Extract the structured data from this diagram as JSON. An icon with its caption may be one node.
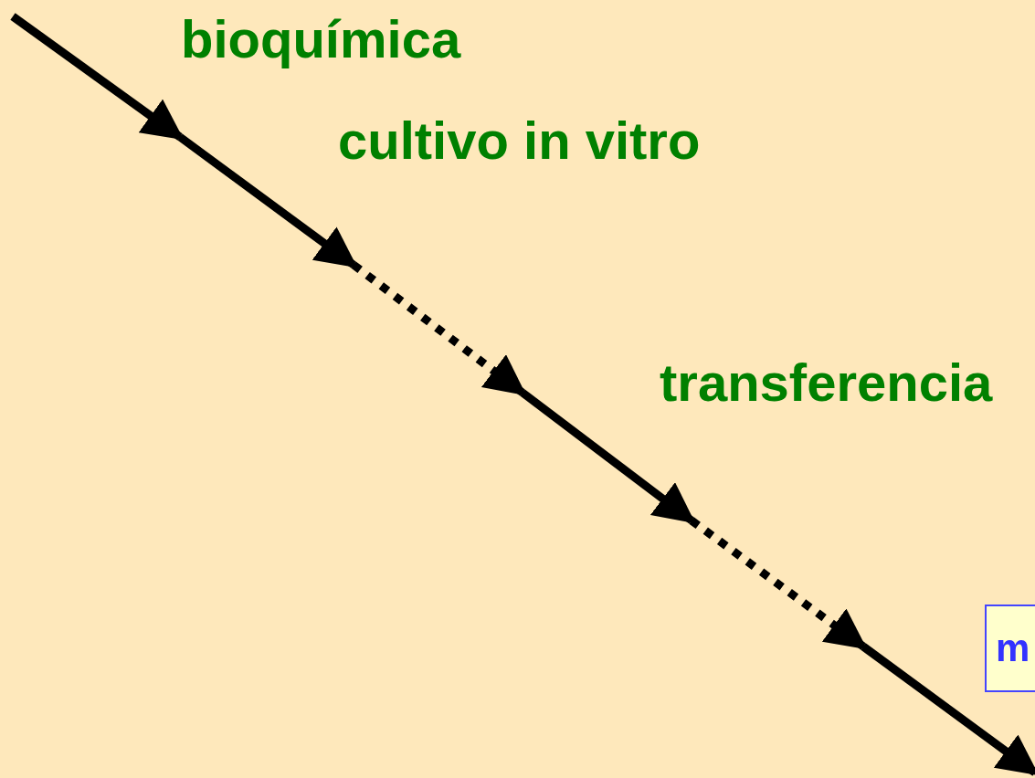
{
  "diagram": {
    "nodes": [
      {
        "text": [
          "m"
        ]
      }
    ],
    "labels": [
      "bioquímica",
      "cultivo in vitro",
      "transferencia"
    ]
  }
}
